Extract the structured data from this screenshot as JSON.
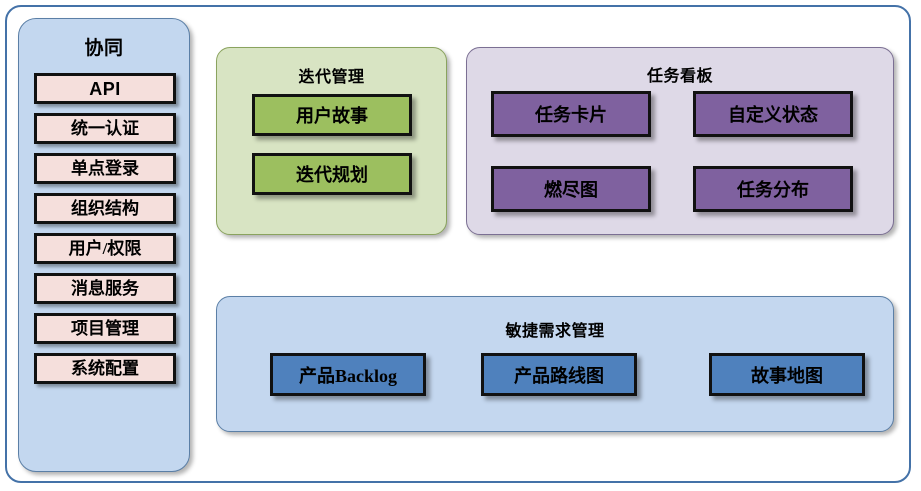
{
  "diagram": {
    "sidebar": {
      "title": "协同",
      "items": [
        {
          "label": "API",
          "style": "api"
        },
        {
          "label": "统一认证",
          "style": "cjk"
        },
        {
          "label": "单点登录",
          "style": "cjk"
        },
        {
          "label": "组织结构",
          "style": "cjk"
        },
        {
          "label": "用户/权限",
          "style": "cjk"
        },
        {
          "label": "消息服务",
          "style": "cjk"
        },
        {
          "label": "项目管理",
          "style": "cjk"
        },
        {
          "label": "系统配置",
          "style": "cjk"
        }
      ],
      "colors": {
        "panel_fill": "#c3d7ef",
        "panel_border": "#5b7fa6",
        "item_fill": "#f5dfdc",
        "item_border": "#111111"
      }
    },
    "panels": [
      {
        "id": "iteration",
        "title": "迭代管理",
        "items": [
          "用户故事",
          "迭代规划"
        ],
        "colors": {
          "panel_fill": "#d8e4c3",
          "panel_border": "#8aa35e",
          "box_fill": "#9cbf5f",
          "box_border": "#111111"
        }
      },
      {
        "id": "taskboard",
        "title": "任务看板",
        "items": [
          "任务卡片",
          "自定义状态",
          "燃尽图",
          "任务分布"
        ],
        "colors": {
          "panel_fill": "#ded9e7",
          "panel_border": "#7b6f93",
          "box_fill": "#7f619f",
          "box_border": "#111111"
        }
      },
      {
        "id": "agile",
        "title": "敏捷需求管理",
        "items": [
          "产品Backlog",
          "产品路线图",
          "故事地图"
        ],
        "colors": {
          "panel_fill": "#c4d7ef",
          "panel_border": "#5b7fa6",
          "box_fill": "#4f81bd",
          "box_border": "#111111"
        }
      }
    ],
    "frame": {
      "border_color": "#4472a8",
      "background": "#ffffff"
    }
  }
}
